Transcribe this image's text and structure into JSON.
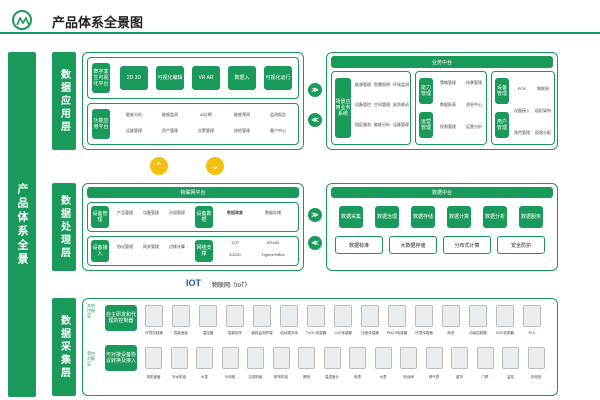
{
  "title": "产品体系全景图",
  "side_label": "产品体系全景",
  "app_layer": {
    "label": "数据应用层",
    "row1_tag": "数字孪生可视化平台",
    "row1_items": [
      "2D 3D",
      "可视化编辑",
      "VR AR",
      "数据入",
      "可视化运行"
    ],
    "row2_tag": "功能应用平台",
    "row2_items": [
      [
        "能耗分析",
        "能耗监测",
        "AI诊断",
        "能耗预测",
        "监测报告"
      ],
      [
        "运维管理",
        "资产管理",
        "告警管理",
        "巡检管理",
        "客户中心"
      ]
    ]
  },
  "business_center": {
    "title": "业务中台",
    "left_tag": "场景应用业务系统",
    "left_items": [
      "能源管理",
      "智慧照明",
      "环境监测",
      "设备管控",
      "空间管理",
      "安防联动",
      "园区服务",
      "能耗分析",
      "运维管理"
    ],
    "mid_tags": [
      "能力管理",
      "运营管理"
    ],
    "mid_items": [
      "策略管理",
      "场景管理",
      "数据报表",
      "消息中心",
      "权限管理",
      "运营分析"
    ],
    "right_tags": [
      "设备管理",
      "用户管理"
    ],
    "right_items": [
      "POE",
      "物联网",
      "设备接入",
      "组织架构",
      "角色管理",
      "权限分配"
    ]
  },
  "arrows": {
    "up": "≪",
    "down": "≫"
  },
  "iot_platform": {
    "title": "物联网平台",
    "rows": [
      {
        "tag": "设备管理",
        "items": [
          "产品管理",
          "设备管理",
          "分组管理"
        ],
        "tag2": "设备数据",
        "items2": [
          "数据采集",
          "数据存储",
          "数据转发"
        ]
      },
      {
        "tag": "设备接入",
        "items": [
          "协议管理",
          "网关管理",
          "边缘计算"
        ],
        "tag2": "网络支撑",
        "items2": [
          "TCP",
          "RS485",
          "4G/5G",
          "Zigbee/NBiot"
        ]
      }
    ]
  },
  "data_center": {
    "title": "数据中台",
    "tags": [
      "数据采集",
      "数据治理",
      "数据存储",
      "数据计算",
      "数据分析",
      "数据服务"
    ],
    "bottom": [
      "数据标准",
      "大数据存储",
      "分布式计算",
      "安全防护"
    ]
  },
  "process_layer": {
    "label": "数据处理层"
  },
  "iot_bar": {
    "logo": "IOT",
    "text": "物联网（IoT）"
  },
  "collect_layer": {
    "label": "数据采集层",
    "row1_tag": "自主研发和代理的控制器",
    "row1_side": "本地控制层",
    "row1_items": [
      "环境控制器",
      "智能面板",
      "温控器",
      "智能网关",
      "能耗监测终端",
      "电动调节阀",
      "TVOC传感器",
      "CO2传感器",
      "压差传感器",
      "PM2.5传感器",
      "环境传感器",
      "网关",
      "边缘控制器",
      "DDC控制器",
      "PLC"
    ],
    "row2_tag": "可对接设备协议转换及接入",
    "row2_side": "受控对象层",
    "row2_items": [
      "风机盘管",
      "冷水机组",
      "水泵",
      "冷却塔",
      "空调机组",
      "新风机组",
      "照明",
      "温湿度计",
      "电表",
      "水表",
      "电动阀",
      "燃气表",
      "窗帘",
      "门禁",
      "监控",
      "充电桩"
    ]
  }
}
